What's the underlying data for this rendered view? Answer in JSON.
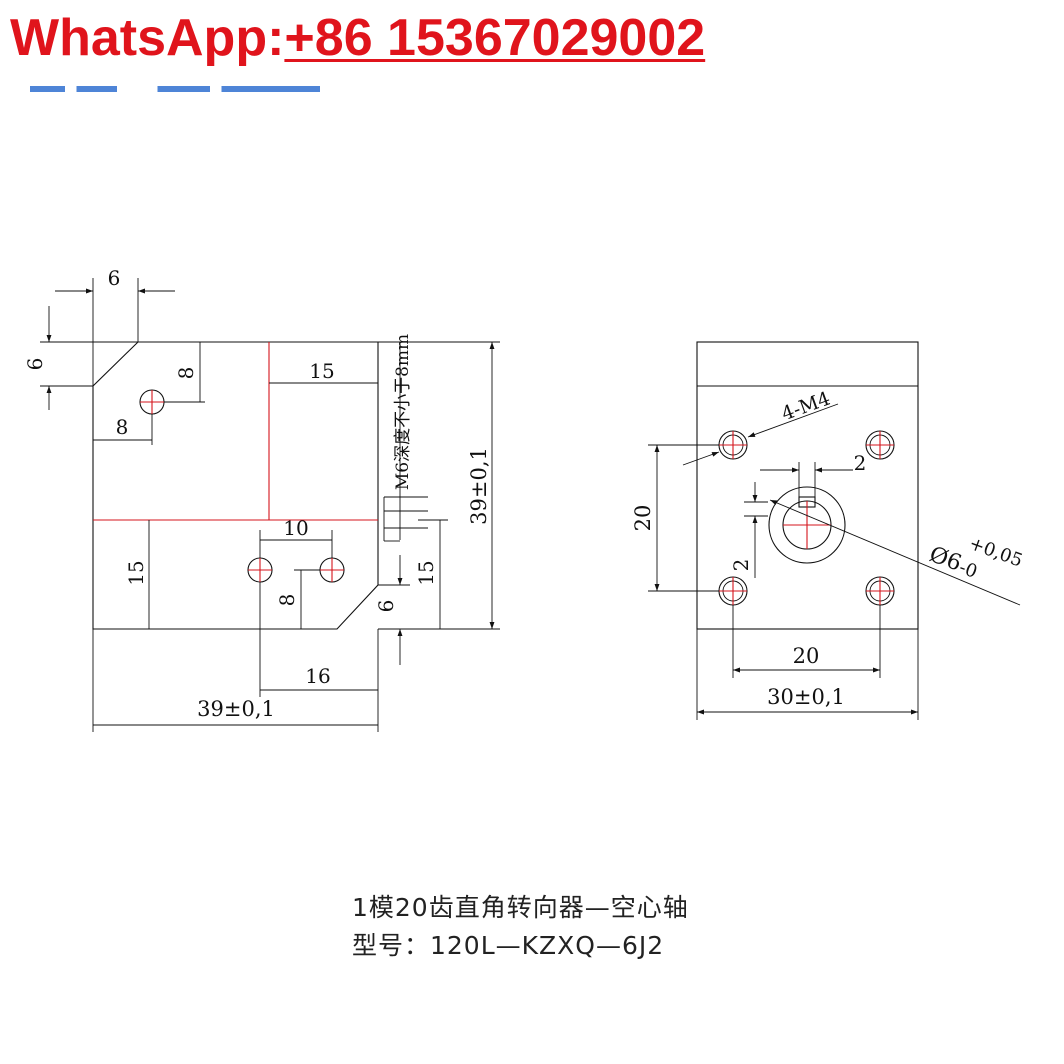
{
  "banner": {
    "label": "WhatsApp:",
    "number": "+86 15367029002",
    "color": "#e0141c"
  },
  "left_view": {
    "dim_top_6": "6",
    "dim_left_6": "6",
    "dim_8_vertical": "8",
    "dim_8_horizontal": "8",
    "dim_15_top": "15",
    "thread_note": "M6深度不小于8mm",
    "dim_39_vertical": "39±0,1",
    "dim_10": "10",
    "dim_15_left": "15",
    "dim_8_bottom": "8",
    "dim_6_right": "6",
    "dim_15_right": "15",
    "dim_16": "16",
    "dim_39_horizontal": "39±0,1"
  },
  "right_view": {
    "hole_callout": "4-M4",
    "dim_2_top": "2",
    "dim_20_vertical": "20",
    "bore_callout": "Ø6",
    "bore_tol_upper": "+0,05",
    "bore_tol_lower": "-0",
    "dim_2_left": "2",
    "dim_20_horizontal": "20",
    "dim_30_horizontal": "30±0,1"
  },
  "caption": {
    "line1": "1模20齿直角转向器—空心轴",
    "line2": "型号：120L—KZXQ—6J2"
  },
  "colors": {
    "line": "#111111",
    "center_mark": "#d4141c"
  }
}
